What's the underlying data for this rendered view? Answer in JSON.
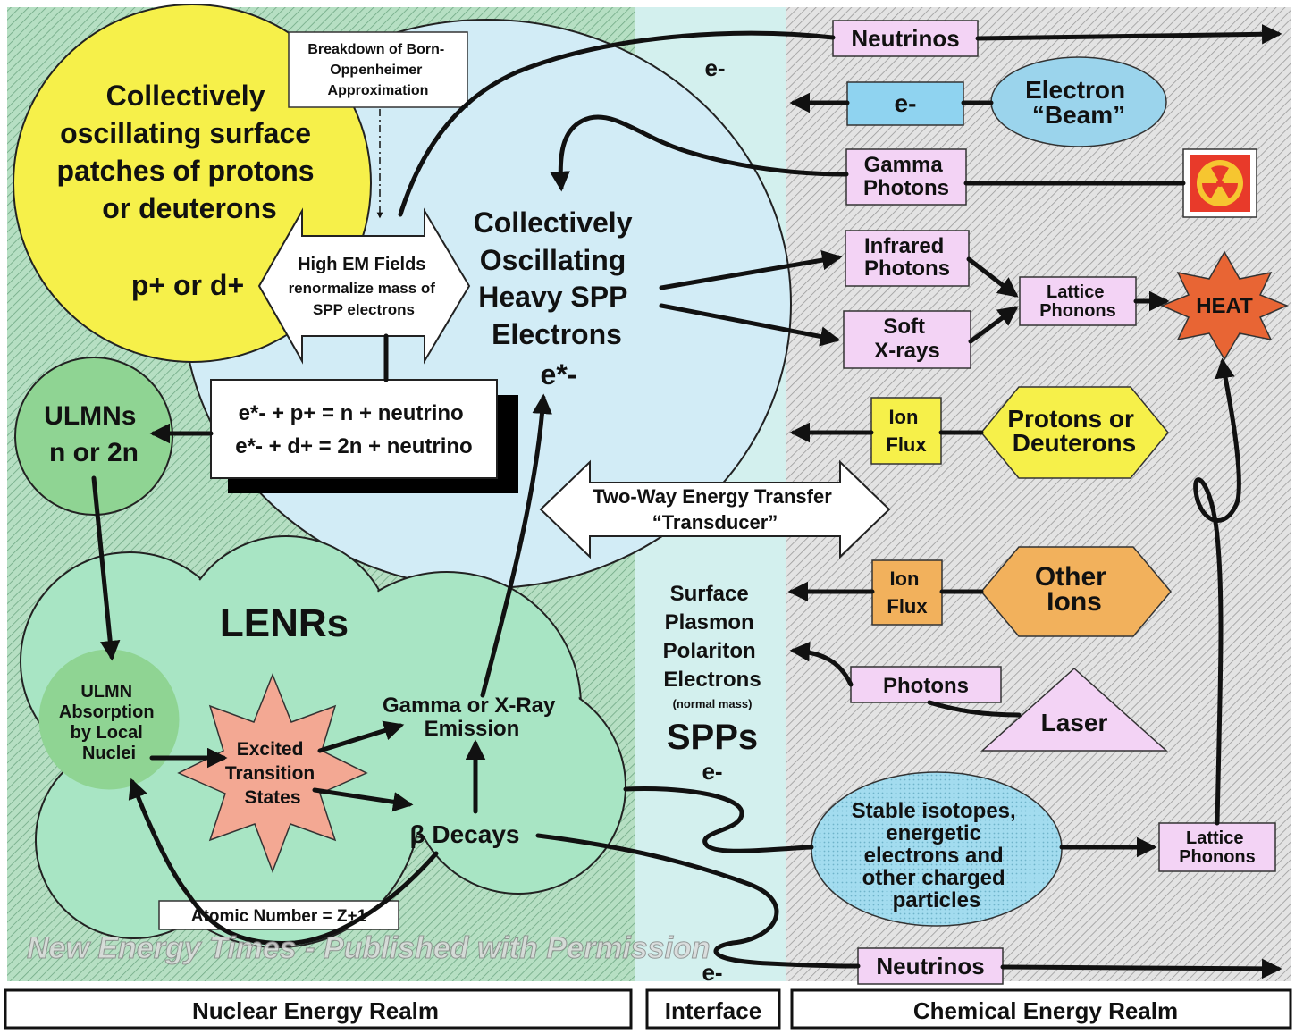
{
  "colors": {
    "nuclear_bg": "#a9d9b8",
    "interface_bg": "#d3f0ee",
    "chemical_bg": "#d6d6d6",
    "yellow": "#f6f04a",
    "light_blue": "#d2ecf6",
    "green_circle": "#8fd493",
    "mint_cloud": "#a8e5c4",
    "pink_box": "#f3d3f5",
    "salmon": "#f3a893",
    "orange": "#f2b15c",
    "heat_red": "#e86534",
    "blue_oval": "#9bd4ec",
    "sky_box": "#8fd3f0"
  },
  "nodes": {
    "born_oppenheimer": [
      "Breakdown of Born-",
      "Oppenheimer",
      "Approximation"
    ],
    "surface_patches": [
      "Collectively",
      "oscillating surface",
      "patches of protons",
      "or deuterons"
    ],
    "p_or_d": "p+ or d+",
    "em_fields": [
      "High EM Fields",
      "renormalize mass of",
      "SPP electrons"
    ],
    "e_minus_top": "e-",
    "heavy_spp": [
      "Collectively",
      "Oscillating",
      "Heavy SPP",
      "Electrons"
    ],
    "e_star": "e*-",
    "reactions": [
      "e*- + p+ = n + neutrino",
      "e*- + d+ = 2n + neutrino"
    ],
    "ulmns": [
      "ULMNs",
      "n or 2n"
    ],
    "lenrs": "LENRs",
    "ulmn_absorption": [
      "ULMN",
      "Absorption",
      "by Local",
      "Nuclei"
    ],
    "excited": [
      "Excited",
      "Transition",
      "States"
    ],
    "gamma_emission": [
      "Gamma or X-Ray",
      "Emission"
    ],
    "beta_decays": "β Decays",
    "atomic_number": "Atomic Number = Z+1",
    "two_way": [
      "Two-Way Energy Transfer",
      "“Transducer”"
    ],
    "spp": [
      "Surface",
      "Plasmon",
      "Polariton",
      "Electrons"
    ],
    "spp_normal": "(normal mass)",
    "spps": "SPPs",
    "spp_e": "e-",
    "bottom_e": "e-",
    "neutrinos_top": "Neutrinos",
    "e_box": "e-",
    "electron_beam": [
      "Electron",
      "“Beam”"
    ],
    "gamma_photons": [
      "Gamma",
      "Photons"
    ],
    "infrared": [
      "Infrared",
      "Photons"
    ],
    "soft_xrays": [
      "Soft",
      "X-rays"
    ],
    "lattice_top": [
      "Lattice",
      "Phonons"
    ],
    "heat": "HEAT",
    "ion_flux_1": [
      "Ion",
      "Flux"
    ],
    "protons_deuterons": [
      "Protons or",
      "Deuterons"
    ],
    "ion_flux_2": [
      "Ion",
      "Flux"
    ],
    "other_ions": [
      "Other",
      "Ions"
    ],
    "photons": "Photons",
    "laser": "Laser",
    "stable_isotopes": [
      "Stable isotopes,",
      "energetic",
      "electrons and",
      "other charged",
      "particles"
    ],
    "lattice_bottom": [
      "Lattice",
      "Phonons"
    ],
    "neutrinos_bottom": "Neutrinos"
  },
  "watermark": "New Energy Times - Published with Permission",
  "realms": {
    "nuclear": "Nuclear Energy Realm",
    "interface": "Interface",
    "chemical": "Chemical Energy Realm"
  }
}
